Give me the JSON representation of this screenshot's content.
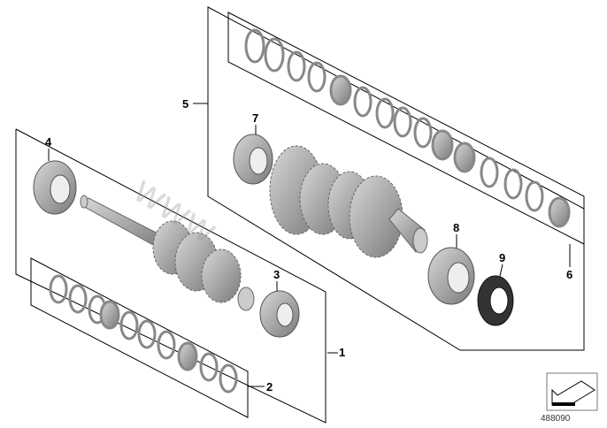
{
  "diagram": {
    "callouts": [
      {
        "id": "1",
        "label": "1"
      },
      {
        "id": "2",
        "label": "2"
      },
      {
        "id": "3",
        "label": "3"
      },
      {
        "id": "4",
        "label": "4"
      },
      {
        "id": "5",
        "label": "5"
      },
      {
        "id": "6",
        "label": "6"
      },
      {
        "id": "7",
        "label": "7"
      },
      {
        "id": "8",
        "label": "8"
      },
      {
        "id": "9",
        "label": "9"
      }
    ],
    "diagram_code": "488090",
    "colors": {
      "part": "#a8a8a8",
      "part_dark": "#6e6e6e",
      "line": "#000000"
    }
  }
}
